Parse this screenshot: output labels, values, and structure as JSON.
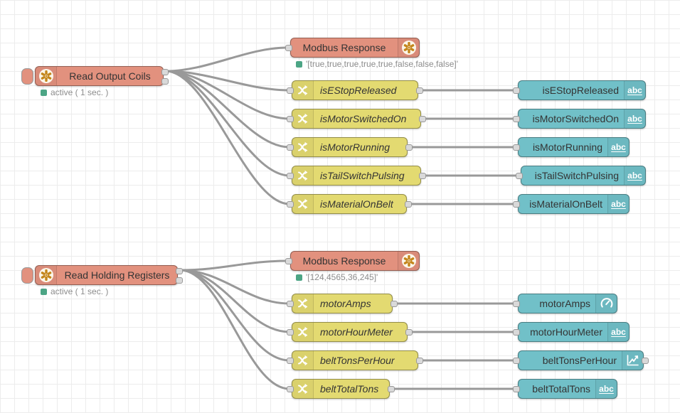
{
  "app": "node-red-flow-editor",
  "colors": {
    "modbus_node": "#e2917e",
    "change_node": "#e3da71",
    "dashboard_node": "#71c0c8",
    "wire": "#999999",
    "status_ok": "#4ca585",
    "status_text": "#8c8c8c",
    "modbus_icon_gold": "#c4861c"
  },
  "badges": {
    "text": "abc"
  },
  "flow_top": {
    "reader": {
      "label": "Read Output Coils",
      "status": "active ( 1 sec. )"
    },
    "response": {
      "label": "Modbus Response",
      "status": "'[true,true,true,true,true,false,false,false]'"
    },
    "change_nodes": [
      "isEStopReleased",
      "isMotorSwitchedOn",
      "isMotorRunning",
      "isTailSwitchPulsing",
      "isMaterialOnBelt"
    ],
    "ui_nodes": [
      {
        "label": "isEStopReleased",
        "icon": "text"
      },
      {
        "label": "isMotorSwitchedOn",
        "icon": "text"
      },
      {
        "label": "isMotorRunning",
        "icon": "text"
      },
      {
        "label": "isTailSwitchPulsing",
        "icon": "text"
      },
      {
        "label": "isMaterialOnBelt",
        "icon": "text"
      }
    ]
  },
  "flow_bottom": {
    "reader": {
      "label": "Read Holding Registers",
      "status": "active ( 1 sec. )"
    },
    "response": {
      "label": "Modbus Response",
      "status": "'[124,4565,36,245]'"
    },
    "change_nodes": [
      "motorAmps",
      "motorHourMeter",
      "beltTonsPerHour",
      "beltTotalTons"
    ],
    "ui_nodes": [
      {
        "label": "motorAmps",
        "icon": "gauge"
      },
      {
        "label": "motorHourMeter",
        "icon": "text"
      },
      {
        "label": "beltTonsPerHour",
        "icon": "chart"
      },
      {
        "label": "beltTotalTons",
        "icon": "text"
      }
    ]
  }
}
